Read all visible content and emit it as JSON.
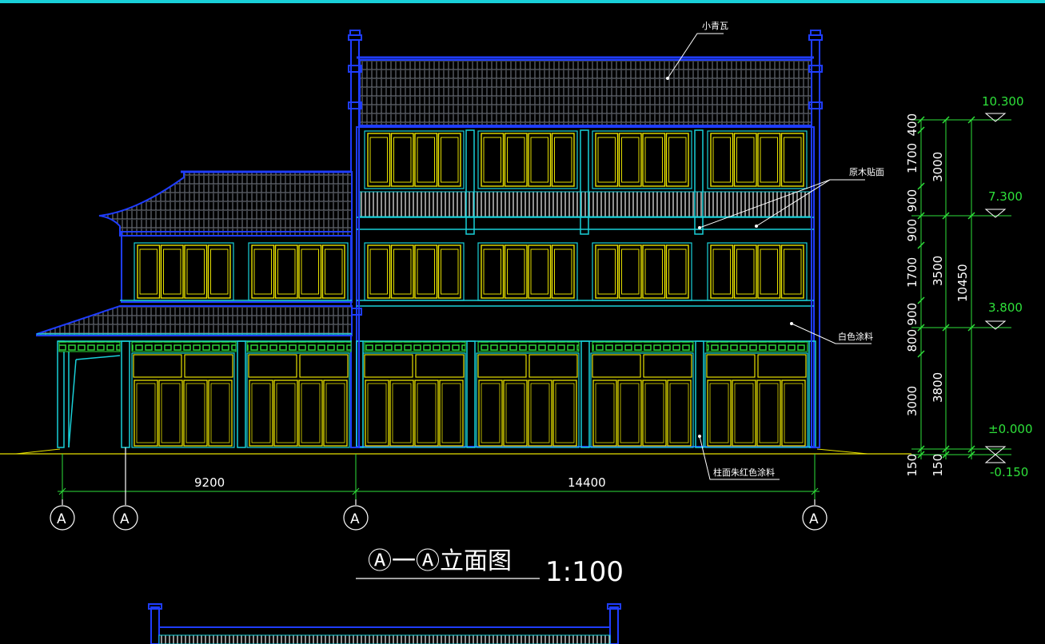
{
  "drawing": {
    "title": "Ⓐ一Ⓐ立面图",
    "scale": "1:100",
    "colors": {
      "outline": "#1f3dff",
      "frame": "#19d0d8",
      "window": "#e6e000",
      "level": "#2ee03a",
      "text": "#ffffff",
      "background": "#000000"
    }
  },
  "annotations": {
    "roof_tile": "小青瓦",
    "wood_veneer": "原木贴面",
    "white_paint": "白色涂料",
    "column_paint": "柱面朱红色涂料"
  },
  "levels": [
    {
      "label": "10.300"
    },
    {
      "label": "7.300"
    },
    {
      "label": "3.800"
    },
    {
      "label": "±0.000"
    },
    {
      "label": "-0.150"
    }
  ],
  "vertical_dims": {
    "fine": [
      "400",
      "1700",
      "900",
      "900",
      "1700",
      "900",
      "800",
      "3000",
      "150"
    ],
    "floors": [
      "3000",
      "3500",
      "3800",
      "150"
    ],
    "total": "10450"
  },
  "horizontal_dims": [
    "9200",
    "14400"
  ],
  "grid_labels": [
    "A",
    "A",
    "A",
    "A"
  ]
}
